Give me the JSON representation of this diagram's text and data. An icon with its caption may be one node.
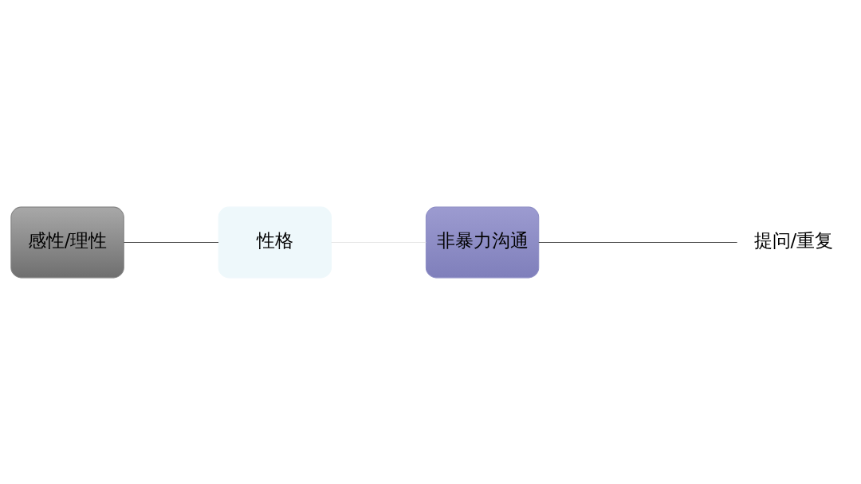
{
  "diagram": {
    "nodes": [
      {
        "text": [
          "非暴力沟通"
        ]
      },
      {
        "text": [
          "提问/重复"
        ]
      },
      {
        "text": [
          "感性/理性"
        ]
      },
      {
        "text": [
          "性格"
        ]
      }
    ],
    "edges": [
      {
        "from": 0,
        "to": 1,
        "arrow": "none"
      },
      {
        "from": 2,
        "to": 3,
        "arrow": "none"
      },
      {
        "from": 3,
        "to": 0,
        "arrow": "none",
        "color": "#e6e6e6"
      }
    ]
  }
}
